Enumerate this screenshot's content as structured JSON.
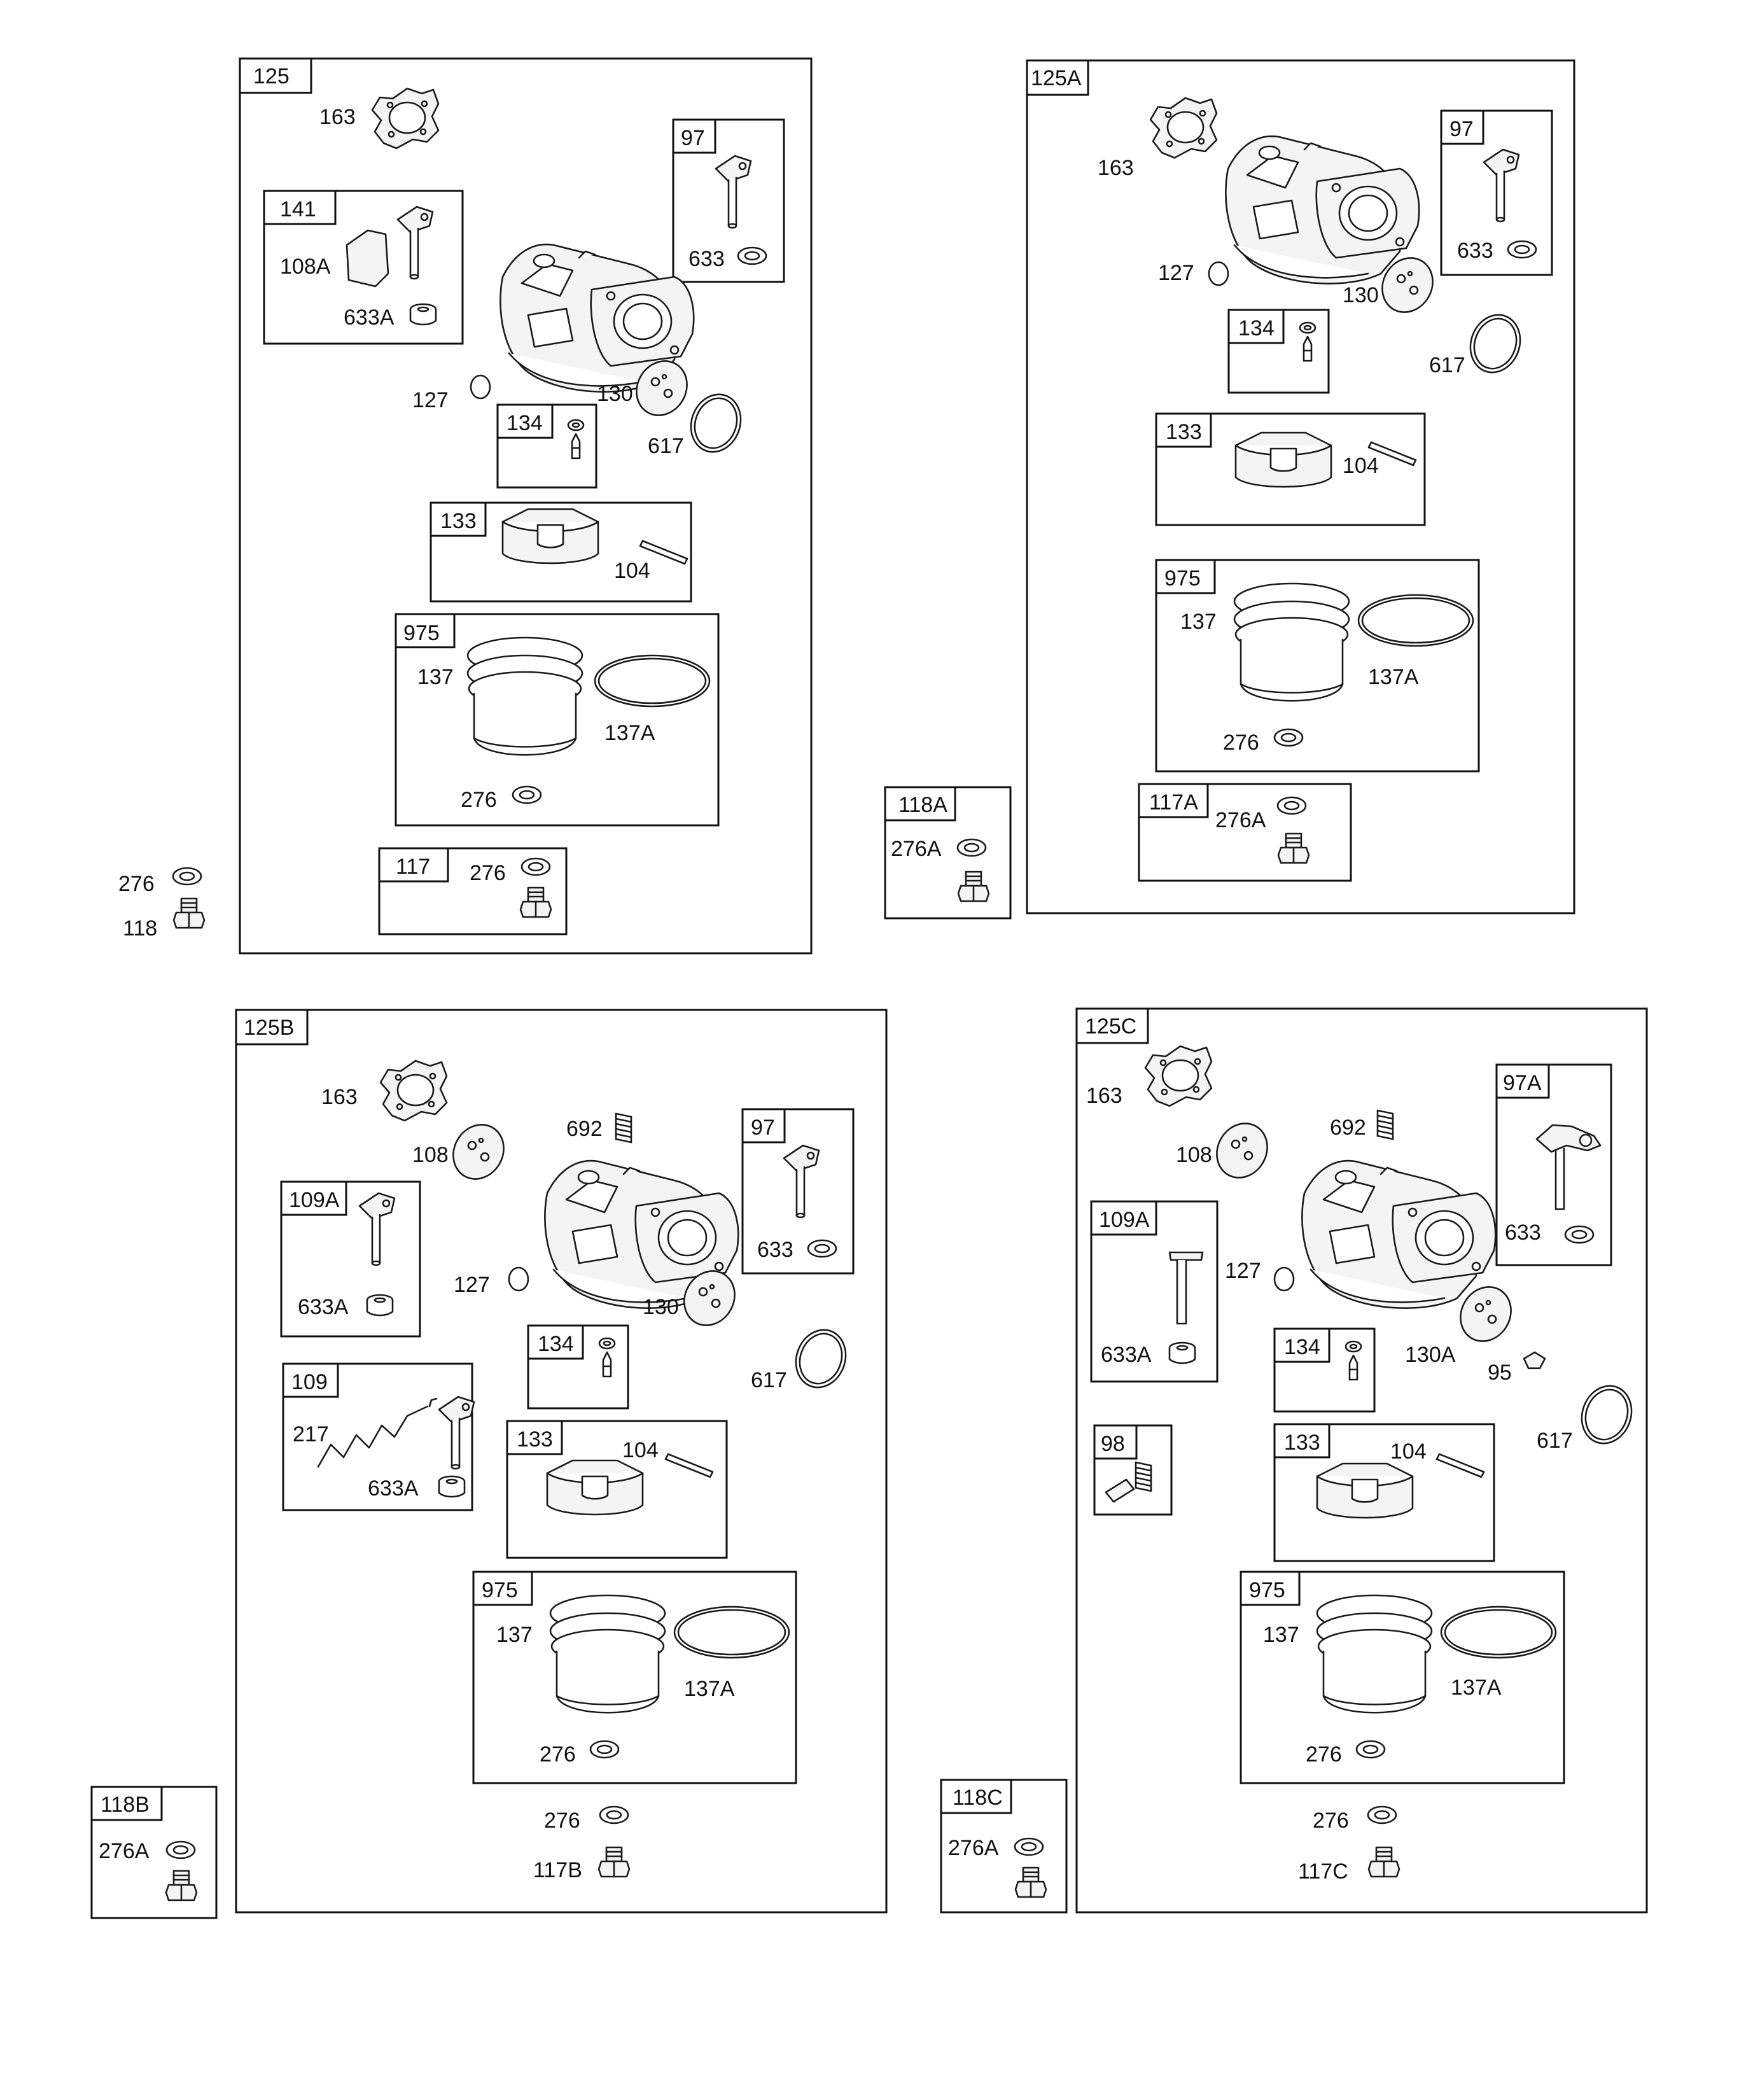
{
  "page": {
    "title": ""
  },
  "panels": {
    "p125": {
      "tag": "125",
      "labels": {
        "l163": "163",
        "l97": "97",
        "l633": "633",
        "l141": "141",
        "l108a": "108A",
        "l633a": "633A",
        "l127": "127",
        "l130": "130",
        "l134": "134",
        "l617": "617",
        "l133": "133",
        "l104": "104",
        "l975": "975",
        "l137": "137",
        "l137a": "137A",
        "l276in": "276",
        "l117": "117",
        "l276b": "276"
      }
    },
    "p125a": {
      "tag": "125A",
      "labels": {
        "l163": "163",
        "l97": "97",
        "l633": "633",
        "l127": "127",
        "l130": "130",
        "l134": "134",
        "l617": "617",
        "l133": "133",
        "l104": "104",
        "l975": "975",
        "l137": "137",
        "l137a": "137A",
        "l276in": "276",
        "l117a": "117A",
        "l276a": "276A"
      }
    },
    "p125b": {
      "tag": "125B",
      "labels": {
        "l163": "163",
        "l108": "108",
        "l692": "692",
        "l97": "97",
        "l633": "633",
        "l109a": "109A",
        "l633a1": "633A",
        "l127": "127",
        "l130": "130",
        "l134": "134",
        "l617": "617",
        "l109": "109",
        "l217": "217",
        "l633a2": "633A",
        "l133": "133",
        "l104": "104",
        "l975": "975",
        "l137": "137",
        "l137a": "137A",
        "l276in": "276",
        "l276out": "276",
        "l117b": "117B"
      }
    },
    "p125c": {
      "tag": "125C",
      "labels": {
        "l163": "163",
        "l108": "108",
        "l692": "692",
        "l97a": "97A",
        "l633": "633",
        "l109a": "109A",
        "l633a": "633A",
        "l127": "127",
        "l134": "134",
        "l130a": "130A",
        "l95": "95",
        "l617": "617",
        "l98": "98",
        "l133": "133",
        "l104": "104",
        "l975": "975",
        "l137": "137",
        "l137a": "137A",
        "l276in": "276",
        "l276out": "276",
        "l117c": "117C"
      }
    }
  },
  "standalone": {
    "s276": "276",
    "s118": "118",
    "s118a": {
      "tag": "118A",
      "label": "276A"
    },
    "s118b": {
      "tag": "118B",
      "label": "276A"
    },
    "s118c": {
      "tag": "118C",
      "label": "276A"
    }
  }
}
